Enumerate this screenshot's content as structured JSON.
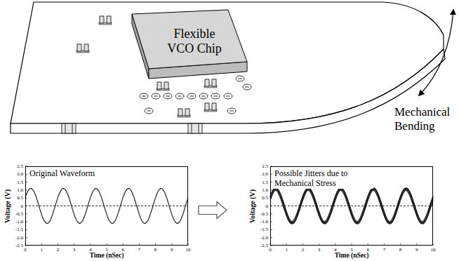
{
  "diagram": {
    "nodes": [
      {
        "text": [
          "Flexible VCO Chip"
        ]
      },
      {
        "text": [
          "Original Waveform"
        ]
      },
      {
        "text": [
          "Possible Jitters due to Mechanical Stress"
        ]
      }
    ],
    "edges": [
      {
        "from": 1,
        "to": 2,
        "arrow": "to"
      }
    ],
    "labels": [
      "Mechanical Bending",
      "2.5",
      "2.0",
      "1.5",
      "1.0",
      "0.5",
      "0",
      "-0.5",
      "-1.0",
      "-1.5",
      "-2.0",
      "-2.5",
      "0",
      "1",
      "2",
      "3",
      "4",
      "5",
      "6",
      "7",
      "8",
      "9",
      "10",
      "Voltage (V)",
      "Time (nSec)",
      "2.5",
      "2.0",
      "1.5",
      "1.0",
      "0.5",
      "0",
      "-0.5",
      "-1.0",
      "-1.5",
      "-2.0",
      "-2.5",
      "0",
      "1",
      "2",
      "3",
      "4",
      "5",
      "6",
      "7",
      "8",
      "9",
      "10",
      "Voltage (V)",
      "Time (nSec)"
    ]
  }
}
